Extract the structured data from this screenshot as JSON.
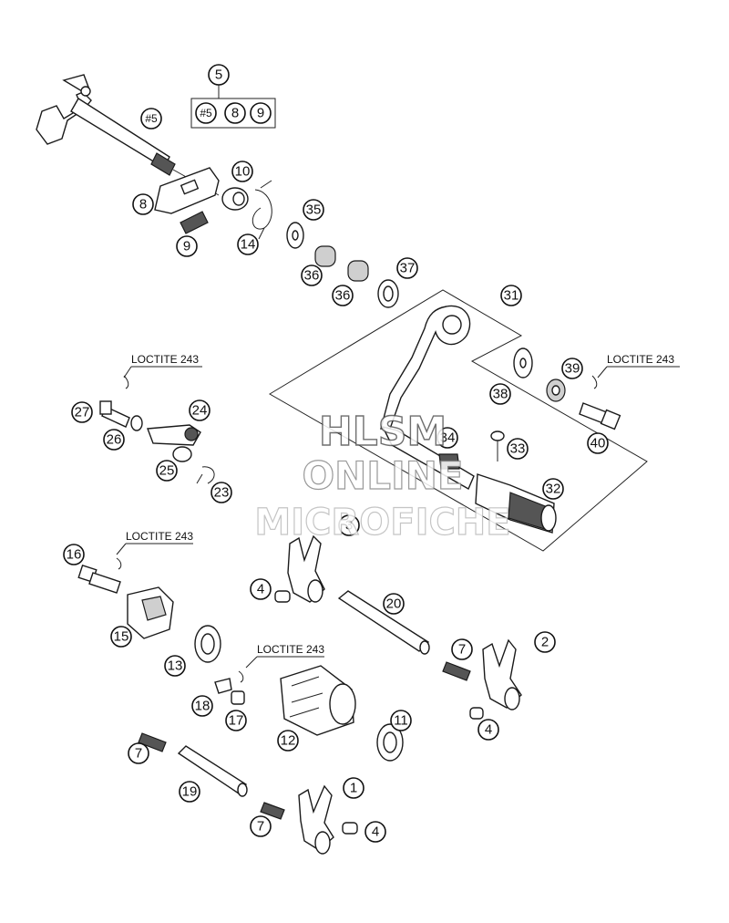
{
  "callouts": [
    {
      "id": "c5",
      "label": "5"
    },
    {
      "id": "c5a",
      "label": "#5"
    },
    {
      "id": "c5b",
      "label": "8"
    },
    {
      "id": "c5c",
      "label": "9"
    },
    {
      "id": "c10",
      "label": "10"
    },
    {
      "id": "c8",
      "label": "8"
    },
    {
      "id": "c35",
      "label": "35"
    },
    {
      "id": "c9",
      "label": "9"
    },
    {
      "id": "c14",
      "label": "14"
    },
    {
      "id": "c36a",
      "label": "36"
    },
    {
      "id": "c37",
      "label": "37"
    },
    {
      "id": "c36b",
      "label": "36"
    },
    {
      "id": "c31",
      "label": "31"
    },
    {
      "id": "c27",
      "label": "27"
    },
    {
      "id": "c24",
      "label": "24"
    },
    {
      "id": "c39",
      "label": "39"
    },
    {
      "id": "c38",
      "label": "38"
    },
    {
      "id": "c26",
      "label": "26"
    },
    {
      "id": "c40",
      "label": "40"
    },
    {
      "id": "c34",
      "label": "34"
    },
    {
      "id": "c33",
      "label": "33"
    },
    {
      "id": "c25",
      "label": "25"
    },
    {
      "id": "c23",
      "label": "23"
    },
    {
      "id": "c32",
      "label": "32"
    },
    {
      "id": "c3",
      "label": "3"
    },
    {
      "id": "c16",
      "label": "16"
    },
    {
      "id": "c4a",
      "label": "4"
    },
    {
      "id": "c20",
      "label": "20"
    },
    {
      "id": "c15",
      "label": "15"
    },
    {
      "id": "c2",
      "label": "2"
    },
    {
      "id": "c7a",
      "label": "7"
    },
    {
      "id": "c13",
      "label": "13"
    },
    {
      "id": "c18",
      "label": "18"
    },
    {
      "id": "c17",
      "label": "17"
    },
    {
      "id": "c11",
      "label": "11"
    },
    {
      "id": "c4b",
      "label": "4"
    },
    {
      "id": "c12",
      "label": "12"
    },
    {
      "id": "c7b",
      "label": "7"
    },
    {
      "id": "c1",
      "label": "1"
    },
    {
      "id": "c19",
      "label": "19"
    },
    {
      "id": "c7c",
      "label": "7"
    },
    {
      "id": "c4c",
      "label": "4"
    }
  ],
  "shaft_label": "#5",
  "loctite_labels": [
    "LOCTITE 243",
    "LOCTITE 243",
    "LOCTITE 243",
    "LOCTITE 243"
  ],
  "watermark": {
    "line1": "HLSM",
    "line2": "ONLINE",
    "line3": "MICROFICHE"
  }
}
